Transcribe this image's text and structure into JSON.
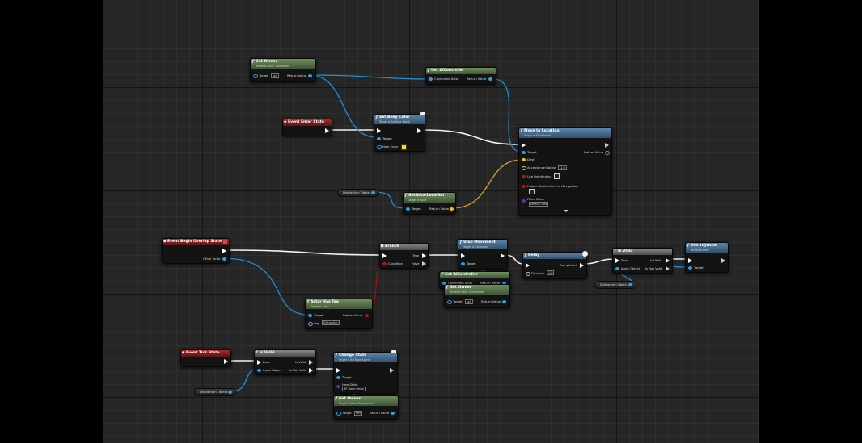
{
  "editor": {
    "grid_color": "#262626"
  },
  "nodes": {
    "get_owner_1": {
      "title": "Get Owner",
      "subtitle": "Target is Actor Component",
      "target": "Target",
      "self": "self",
      "return": "Return Value"
    },
    "get_aicontroller_1": {
      "title": "Get AIController",
      "controlled": "Controlled Actor",
      "return": "Return Value"
    },
    "event_enter_state": {
      "title": "Event Enter State"
    },
    "set_body_color": {
      "title": "Set Body Color",
      "subtitle": "Target is Bp Base Agent",
      "target": "Target",
      "new_color": "New Color",
      "color_value": "#f2e600"
    },
    "move_to_location": {
      "title": "Move to Location",
      "subtitle": "Target is AIController",
      "target": "Target",
      "return": "Return Value",
      "dest": "Dest",
      "accept_radius": "Acceptance Radius",
      "accept_value": "-1.0",
      "use_pathfinding": "Use Pathfinding",
      "project_dest": "Project Destination to Navigation",
      "filter_class": "Filter Class",
      "filter_value": "Select Class"
    },
    "distraction_obj_1": {
      "label": "Distraction Object"
    },
    "get_actor_location": {
      "title": "GetActorLocation",
      "subtitle": "Target is Actor",
      "target": "Target",
      "return": "Return Value"
    },
    "event_begin_overlap": {
      "title": "Event Begin Overlap State",
      "other_actor": "Other Actor"
    },
    "branch": {
      "title": "Branch",
      "true": "True",
      "false": "False",
      "condition": "Condition"
    },
    "stop_movement": {
      "title": "Stop Movement",
      "subtitle": "Target is Controller",
      "target": "Target"
    },
    "delay": {
      "title": "Delay",
      "completed": "Completed",
      "duration": "Duration",
      "duration_value": "2.0"
    },
    "is_valid_1": {
      "title": "Is Valid",
      "exec": "Exec",
      "is_valid": "Is Valid",
      "input_object": "Input Object",
      "not_valid": "Is Not Valid"
    },
    "destroy_actor": {
      "title": "DestroyActor",
      "subtitle": "Target is Actor",
      "target": "Target"
    },
    "get_aicontroller_2": {
      "title": "Get AIController",
      "controlled": "Controlled Actor",
      "return": "Return Value"
    },
    "get_owner_2": {
      "title": "Get Owner",
      "subtitle": "Target is Actor Component",
      "target": "Target",
      "self": "self",
      "return": "Return Value"
    },
    "distraction_obj_2": {
      "label": "Distraction Object"
    },
    "actor_has_tag": {
      "title": "Actor Has Tag",
      "subtitle": "Target is Actor",
      "target": "Target",
      "return": "Return Value",
      "tag": "Tag",
      "tag_value": "Distraction"
    },
    "event_tick_state": {
      "title": "Event Tick State"
    },
    "is_valid_2": {
      "title": "Is Valid",
      "exec": "Exec",
      "is_valid": "Is Valid",
      "input_object": "Input Object",
      "not_valid": "Is Not Valid"
    },
    "change_state": {
      "title": "Change State",
      "subtitle": "Target is Bp Base Agent",
      "target": "Target",
      "new_state": "New State",
      "state_value": "BP State Patrol"
    },
    "distraction_obj_3": {
      "label": "Distraction Object"
    },
    "get_owner_3": {
      "title": "Get Owner",
      "subtitle": "Target is Actor Component",
      "target": "Target",
      "self": "self",
      "return": "Return Value"
    }
  }
}
